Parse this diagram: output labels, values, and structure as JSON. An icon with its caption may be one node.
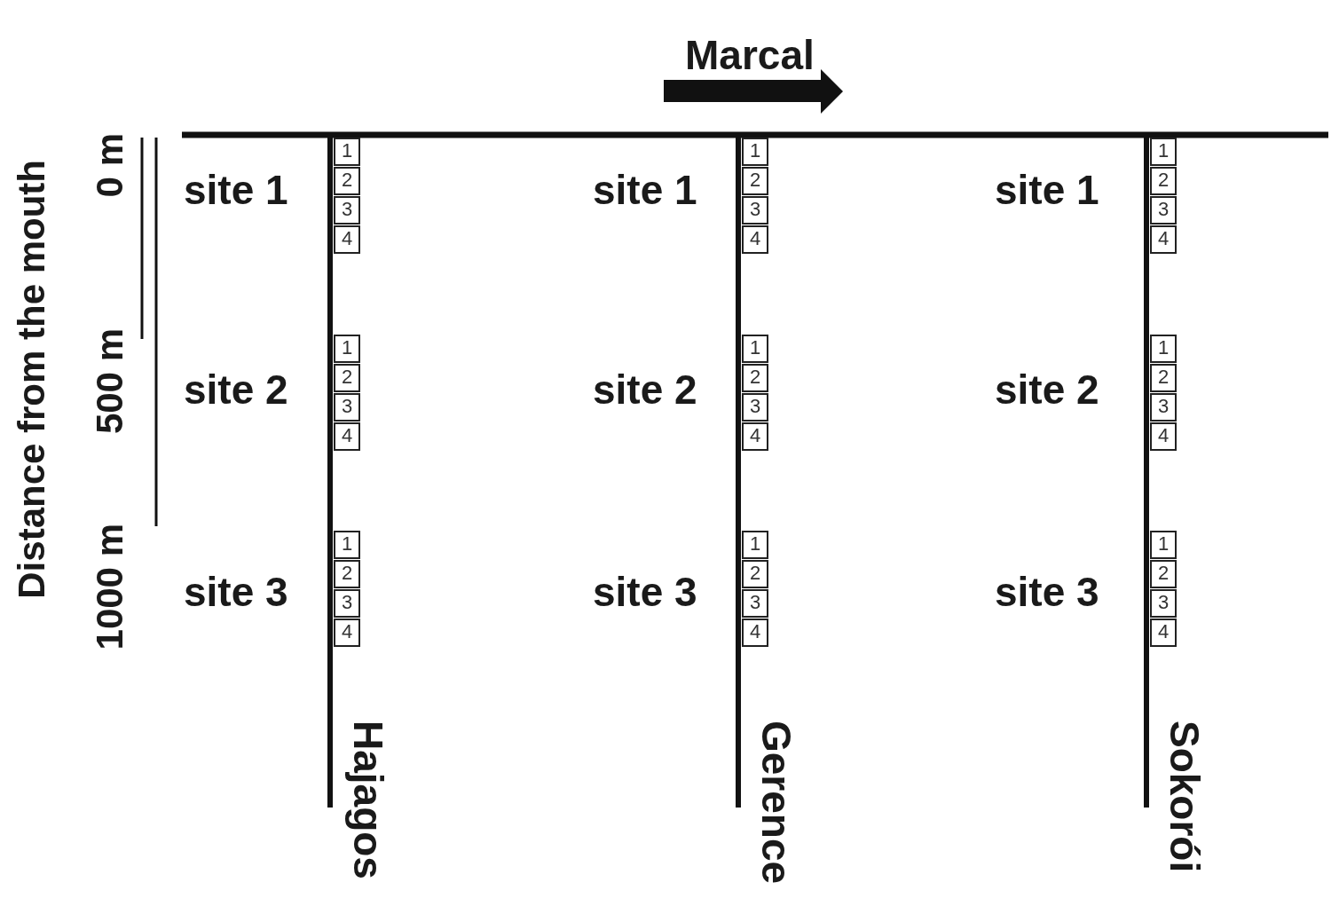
{
  "diagram": {
    "nodes": [
      {
        "text": [
          "1"
        ]
      },
      {
        "text": [
          "2"
        ]
      },
      {
        "text": [
          "3"
        ]
      },
      {
        "text": [
          "4"
        ]
      },
      {
        "text": [
          "1"
        ]
      },
      {
        "text": [
          "2"
        ]
      },
      {
        "text": [
          "3"
        ]
      },
      {
        "text": [
          "4"
        ]
      },
      {
        "text": [
          "1"
        ]
      },
      {
        "text": [
          "2"
        ]
      },
      {
        "text": [
          "3"
        ]
      },
      {
        "text": [
          "4"
        ]
      },
      {
        "text": [
          "1"
        ]
      },
      {
        "text": [
          "2"
        ]
      },
      {
        "text": [
          "3"
        ]
      },
      {
        "text": [
          "4"
        ]
      },
      {
        "text": [
          "1"
        ]
      },
      {
        "text": [
          "2"
        ]
      },
      {
        "text": [
          "3"
        ]
      },
      {
        "text": [
          "4"
        ]
      },
      {
        "text": [
          "1"
        ]
      },
      {
        "text": [
          "2"
        ]
      },
      {
        "text": [
          "3"
        ]
      },
      {
        "text": [
          "4"
        ]
      },
      {
        "text": [
          "1"
        ]
      },
      {
        "text": [
          "2"
        ]
      },
      {
        "text": [
          "3"
        ]
      },
      {
        "text": [
          "4"
        ]
      },
      {
        "text": [
          "1"
        ]
      },
      {
        "text": [
          "2"
        ]
      },
      {
        "text": [
          "3"
        ]
      },
      {
        "text": [
          "4"
        ]
      },
      {
        "text": [
          "1"
        ]
      },
      {
        "text": [
          "2"
        ]
      },
      {
        "text": [
          "3"
        ]
      },
      {
        "text": [
          "4"
        ]
      }
    ],
    "edges": [],
    "labels": [
      "Marcal",
      "Distance from the mouth",
      "0 m",
      "500 m",
      "1000 m",
      "site 1",
      "site 1",
      "site 1",
      "site 2",
      "site 2",
      "site 2",
      "site 3",
      "site 3",
      "site 3",
      "Hajagos",
      "Gerence",
      "Sokorói"
    ]
  }
}
